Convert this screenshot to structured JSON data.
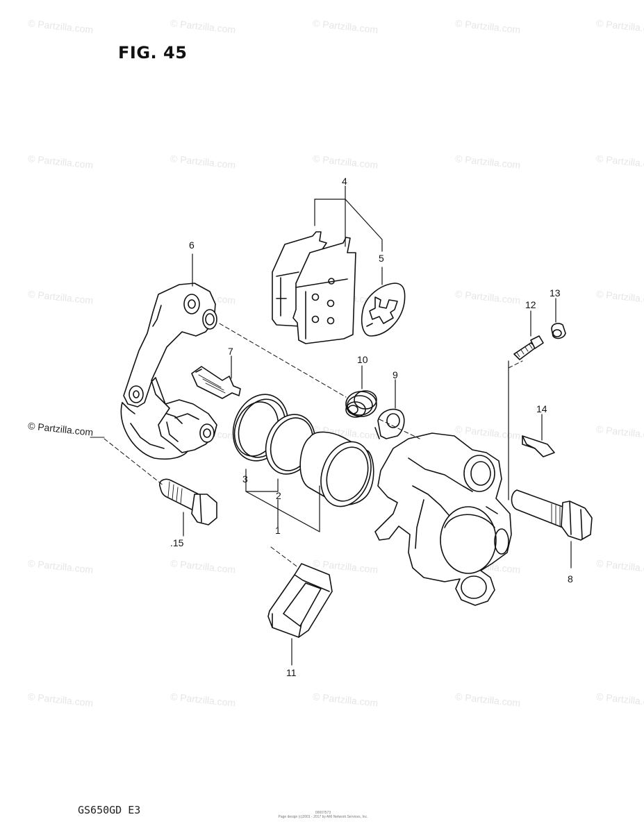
{
  "figure": {
    "title": "FIG. 45",
    "model": "GS650GD  E3",
    "footer_line1": "00007573",
    "footer_line2": "Page design (c)2001 - 2017 by ARI Network Services, Inc."
  },
  "watermark": {
    "text": "© Partzilla.com",
    "dark_text": "© Partzilla.com"
  },
  "callouts": [
    {
      "id": "1",
      "label": "1"
    },
    {
      "id": "2",
      "label": "2"
    },
    {
      "id": "3",
      "label": "3"
    },
    {
      "id": "4",
      "label": "4"
    },
    {
      "id": "5",
      "label": "5"
    },
    {
      "id": "6",
      "label": "6"
    },
    {
      "id": "7",
      "label": "7"
    },
    {
      "id": "8",
      "label": "8"
    },
    {
      "id": "9",
      "label": "9"
    },
    {
      "id": "10",
      "label": "10"
    },
    {
      "id": "11",
      "label": "11"
    },
    {
      "id": "12",
      "label": "12"
    },
    {
      "id": "13",
      "label": "13"
    },
    {
      "id": "14",
      "label": "14"
    },
    {
      "id": "15",
      "label": ".15"
    }
  ]
}
